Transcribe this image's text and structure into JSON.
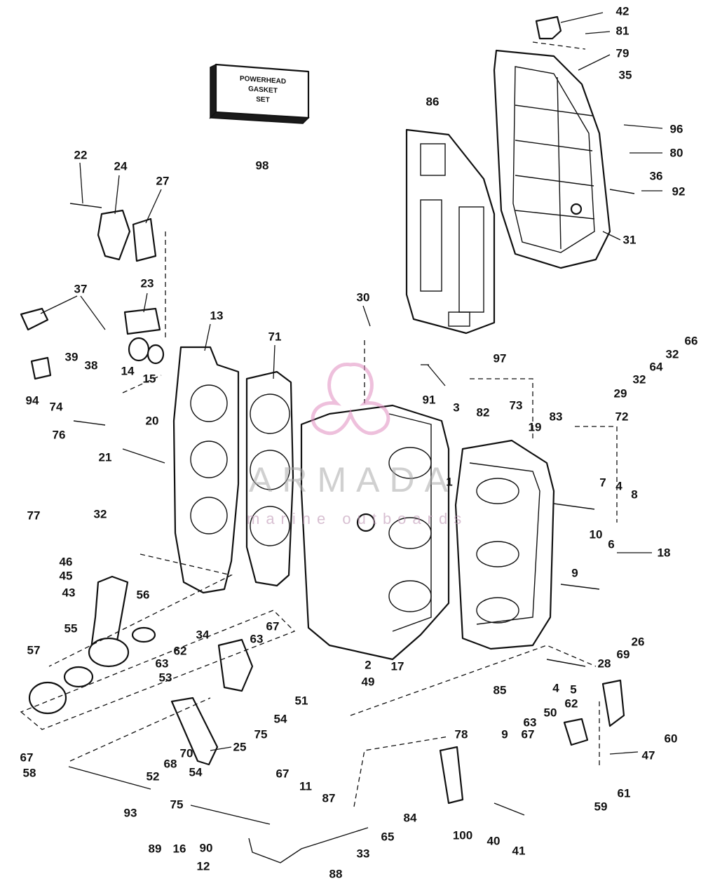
{
  "diagram": {
    "box_label_lines": [
      "POWERHEAD",
      "GASKET",
      "SET"
    ],
    "watermark": {
      "title": "ARMADA",
      "subtitle": "marine outboards",
      "logo_color": "#e08cc0"
    },
    "callouts": [
      "42",
      "81",
      "79",
      "35",
      "96",
      "80",
      "36",
      "92",
      "31",
      "86",
      "98",
      "22",
      "24",
      "27",
      "23",
      "37",
      "39",
      "38",
      "14",
      "15",
      "94",
      "74",
      "76",
      "13",
      "71",
      "30",
      "91",
      "97",
      "73",
      "82",
      "3",
      "19",
      "83",
      "72",
      "66",
      "64",
      "32",
      "32",
      "29",
      "20",
      "21",
      "77",
      "32",
      "7",
      "4",
      "8",
      "10",
      "6",
      "18",
      "9",
      "1",
      "46",
      "45",
      "43",
      "56",
      "67",
      "63",
      "34",
      "62",
      "63",
      "53",
      "51",
      "55",
      "57",
      "54",
      "75",
      "25",
      "70",
      "68",
      "52",
      "67",
      "58",
      "93",
      "54",
      "75",
      "89",
      "16",
      "90",
      "12",
      "11",
      "67",
      "87",
      "84",
      "65",
      "33",
      "88",
      "2",
      "49",
      "17",
      "85",
      "4",
      "5",
      "28",
      "69",
      "26",
      "60",
      "47",
      "62",
      "50",
      "63",
      "67",
      "9",
      "78",
      "100",
      "40",
      "41",
      "59",
      "61"
    ]
  }
}
